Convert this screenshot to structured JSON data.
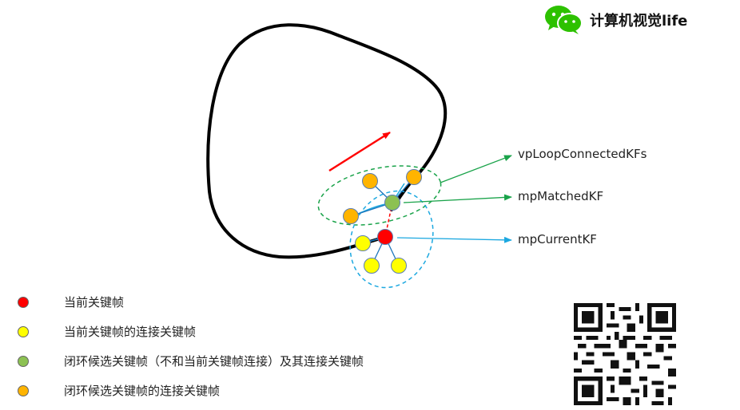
{
  "brand": {
    "text": "计算机视觉life",
    "icon": "wechat-icon",
    "color": "#2dc100"
  },
  "callouts": {
    "loop_connected": "vpLoopConnectedKFs",
    "matched": "mpMatchedKF",
    "current": "mpCurrentKF"
  },
  "colors": {
    "trajectory": "#000000",
    "motion_arrow": "#ff0000",
    "current_kf": "#ff0000",
    "current_connected_kf": "#ffff00",
    "loop_candidate_kf": "#8cc152",
    "loop_connected_kf": "#ffb400",
    "green_group": "#1aa34a",
    "blue_group": "#1ca8e0"
  },
  "legend": [
    {
      "color": "#ff0000",
      "label": "当前关键帧"
    },
    {
      "color": "#ffff00",
      "label": "当前关键帧的连接关键帧"
    },
    {
      "color": "#8cc152",
      "label": "闭环候选关键帧（不和当前关键帧连接）及其连接关键帧"
    },
    {
      "color": "#ffb400",
      "label": "闭环候选关键帧的连接关键帧"
    }
  ],
  "qr_code": "qr-code"
}
